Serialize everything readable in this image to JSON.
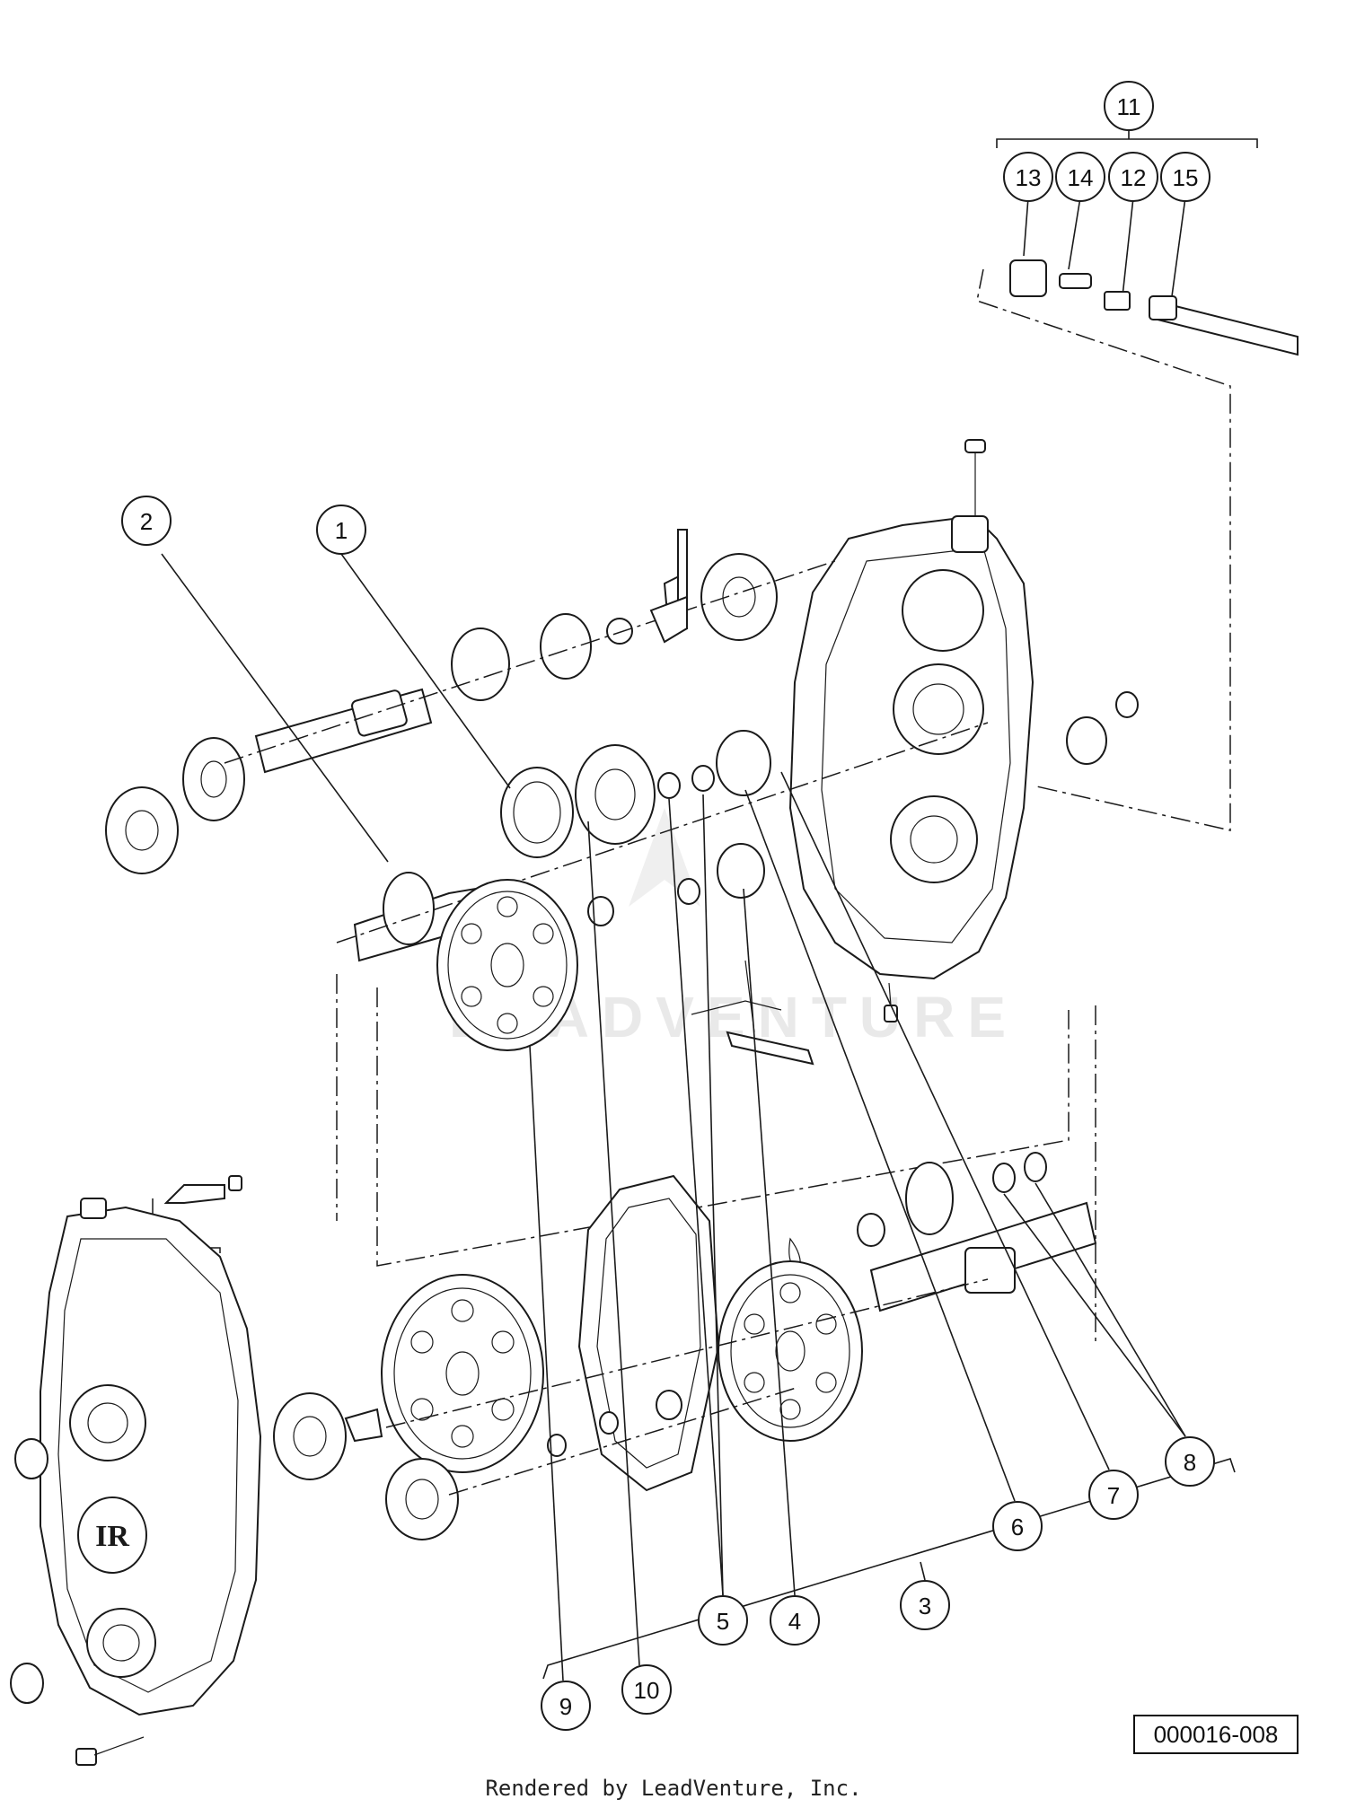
{
  "callouts": [
    {
      "label": "1"
    },
    {
      "label": "2"
    },
    {
      "label": "3"
    },
    {
      "label": "4"
    },
    {
      "label": "5"
    },
    {
      "label": "6"
    },
    {
      "label": "7"
    },
    {
      "label": "8"
    },
    {
      "label": "9"
    },
    {
      "label": "10"
    },
    {
      "label": "11"
    },
    {
      "label": "12"
    },
    {
      "label": "13"
    },
    {
      "label": "14"
    },
    {
      "label": "15"
    }
  ],
  "watermark": "LEADVENTURE",
  "diagram_ref": "000016-008",
  "footer": "Rendered by LeadVenture, Inc."
}
